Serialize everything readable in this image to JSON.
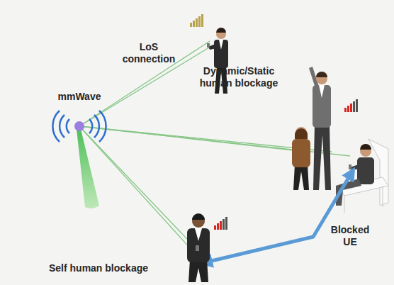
{
  "diagram": {
    "labels": [
      "LoS connection",
      "mmWave",
      "Dynamic/Static human blockage",
      "Blocked UE",
      "Self human blockage"
    ]
  }
}
